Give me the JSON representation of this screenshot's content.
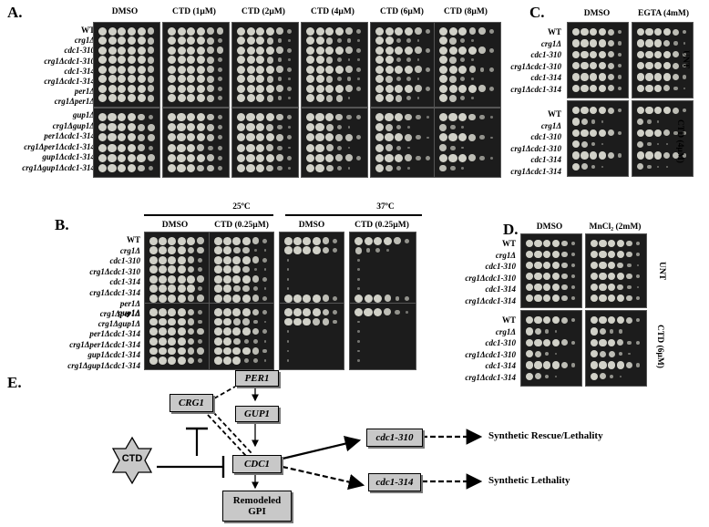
{
  "panelA": {
    "letter": "A.",
    "conditions": [
      "DMSO",
      "CTD (1µM)",
      "CTD (2µM)",
      "CTD (4µM)",
      "CTD (6µM)",
      "CTD (8µM)"
    ],
    "strains_top": [
      "WT",
      "crg1Δ",
      "cdc1-310",
      "crg1Δcdc1-310",
      "cdc1-314",
      "crg1Δcdc1-314",
      "per1Δ",
      "crg1Δper1Δ"
    ],
    "strains_bottom": [
      "gup1Δ",
      "crg1Δgup1Δ",
      "per1Δcdc1-314",
      "crg1Δper1Δcdc1-314",
      "gup1Δcdc1-314",
      "crg1Δgup1Δcdc1-314"
    ]
  },
  "panelB": {
    "letter": "B.",
    "temp1": "25ºC",
    "temp2": "37ºC",
    "conditions": [
      "DMSO",
      "CTD (0.25µM)",
      "DMSO",
      "CTD (0.25µM)"
    ],
    "strains_top": [
      "WT",
      "crg1Δ",
      "cdc1-310",
      "crg1Δcdc1-310",
      "cdc1-314",
      "crg1Δcdc1-314",
      "per1Δ",
      "crg1Δper1Δ"
    ],
    "strains_bottom": [
      "gup1Δ",
      "crg1Δgup1Δ",
      "per1Δcdc1-314",
      "crg1Δper1Δcdc1-314",
      "gup1Δcdc1-314",
      "crg1Δgup1Δcdc1-314"
    ]
  },
  "panelC": {
    "letter": "C.",
    "conditions": [
      "DMSO",
      "EGTA (4mM)"
    ],
    "strains_top": [
      "WT",
      "crg1Δ",
      "cdc1-310",
      "crg1Δcdc1-310",
      "cdc1-314",
      "crg1Δcdc1-314"
    ],
    "strains_bottom": [
      "WT",
      "crg1Δ",
      "cdc1-310",
      "crg1Δcdc1-310",
      "cdc1-314",
      "crg1Δcdc1-314"
    ],
    "side_top": "UNT",
    "side_bottom": "CTD (4µM)"
  },
  "panelD": {
    "letter": "D.",
    "conditions": [
      "DMSO",
      "MnCl₂ (2mM)"
    ],
    "strains_top": [
      "WT",
      "crg1Δ",
      "cdc1-310",
      "crg1Δcdc1-310",
      "cdc1-314",
      "crg1Δcdc1-314"
    ],
    "strains_bottom": [
      "WT",
      "crg1Δ",
      "cdc1-310",
      "crg1Δcdc1-310",
      "cdc1-314",
      "crg1Δcdc1-314"
    ],
    "side_top": "UNT",
    "side_bottom": "CTD (6µM)"
  },
  "panelE": {
    "letter": "E.",
    "nodes": {
      "per1": "PER1",
      "crg1": "CRG1",
      "gup1": "GUP1",
      "cdc1": "CDC1",
      "ctd": "CTD",
      "remodeled": "Remodeled GPI",
      "cdc1_310": "cdc1-310",
      "cdc1_314": "cdc1-314"
    },
    "outcome_310": "Synthetic Rescue/Lethality",
    "outcome_314": "Synthetic Lethality"
  }
}
